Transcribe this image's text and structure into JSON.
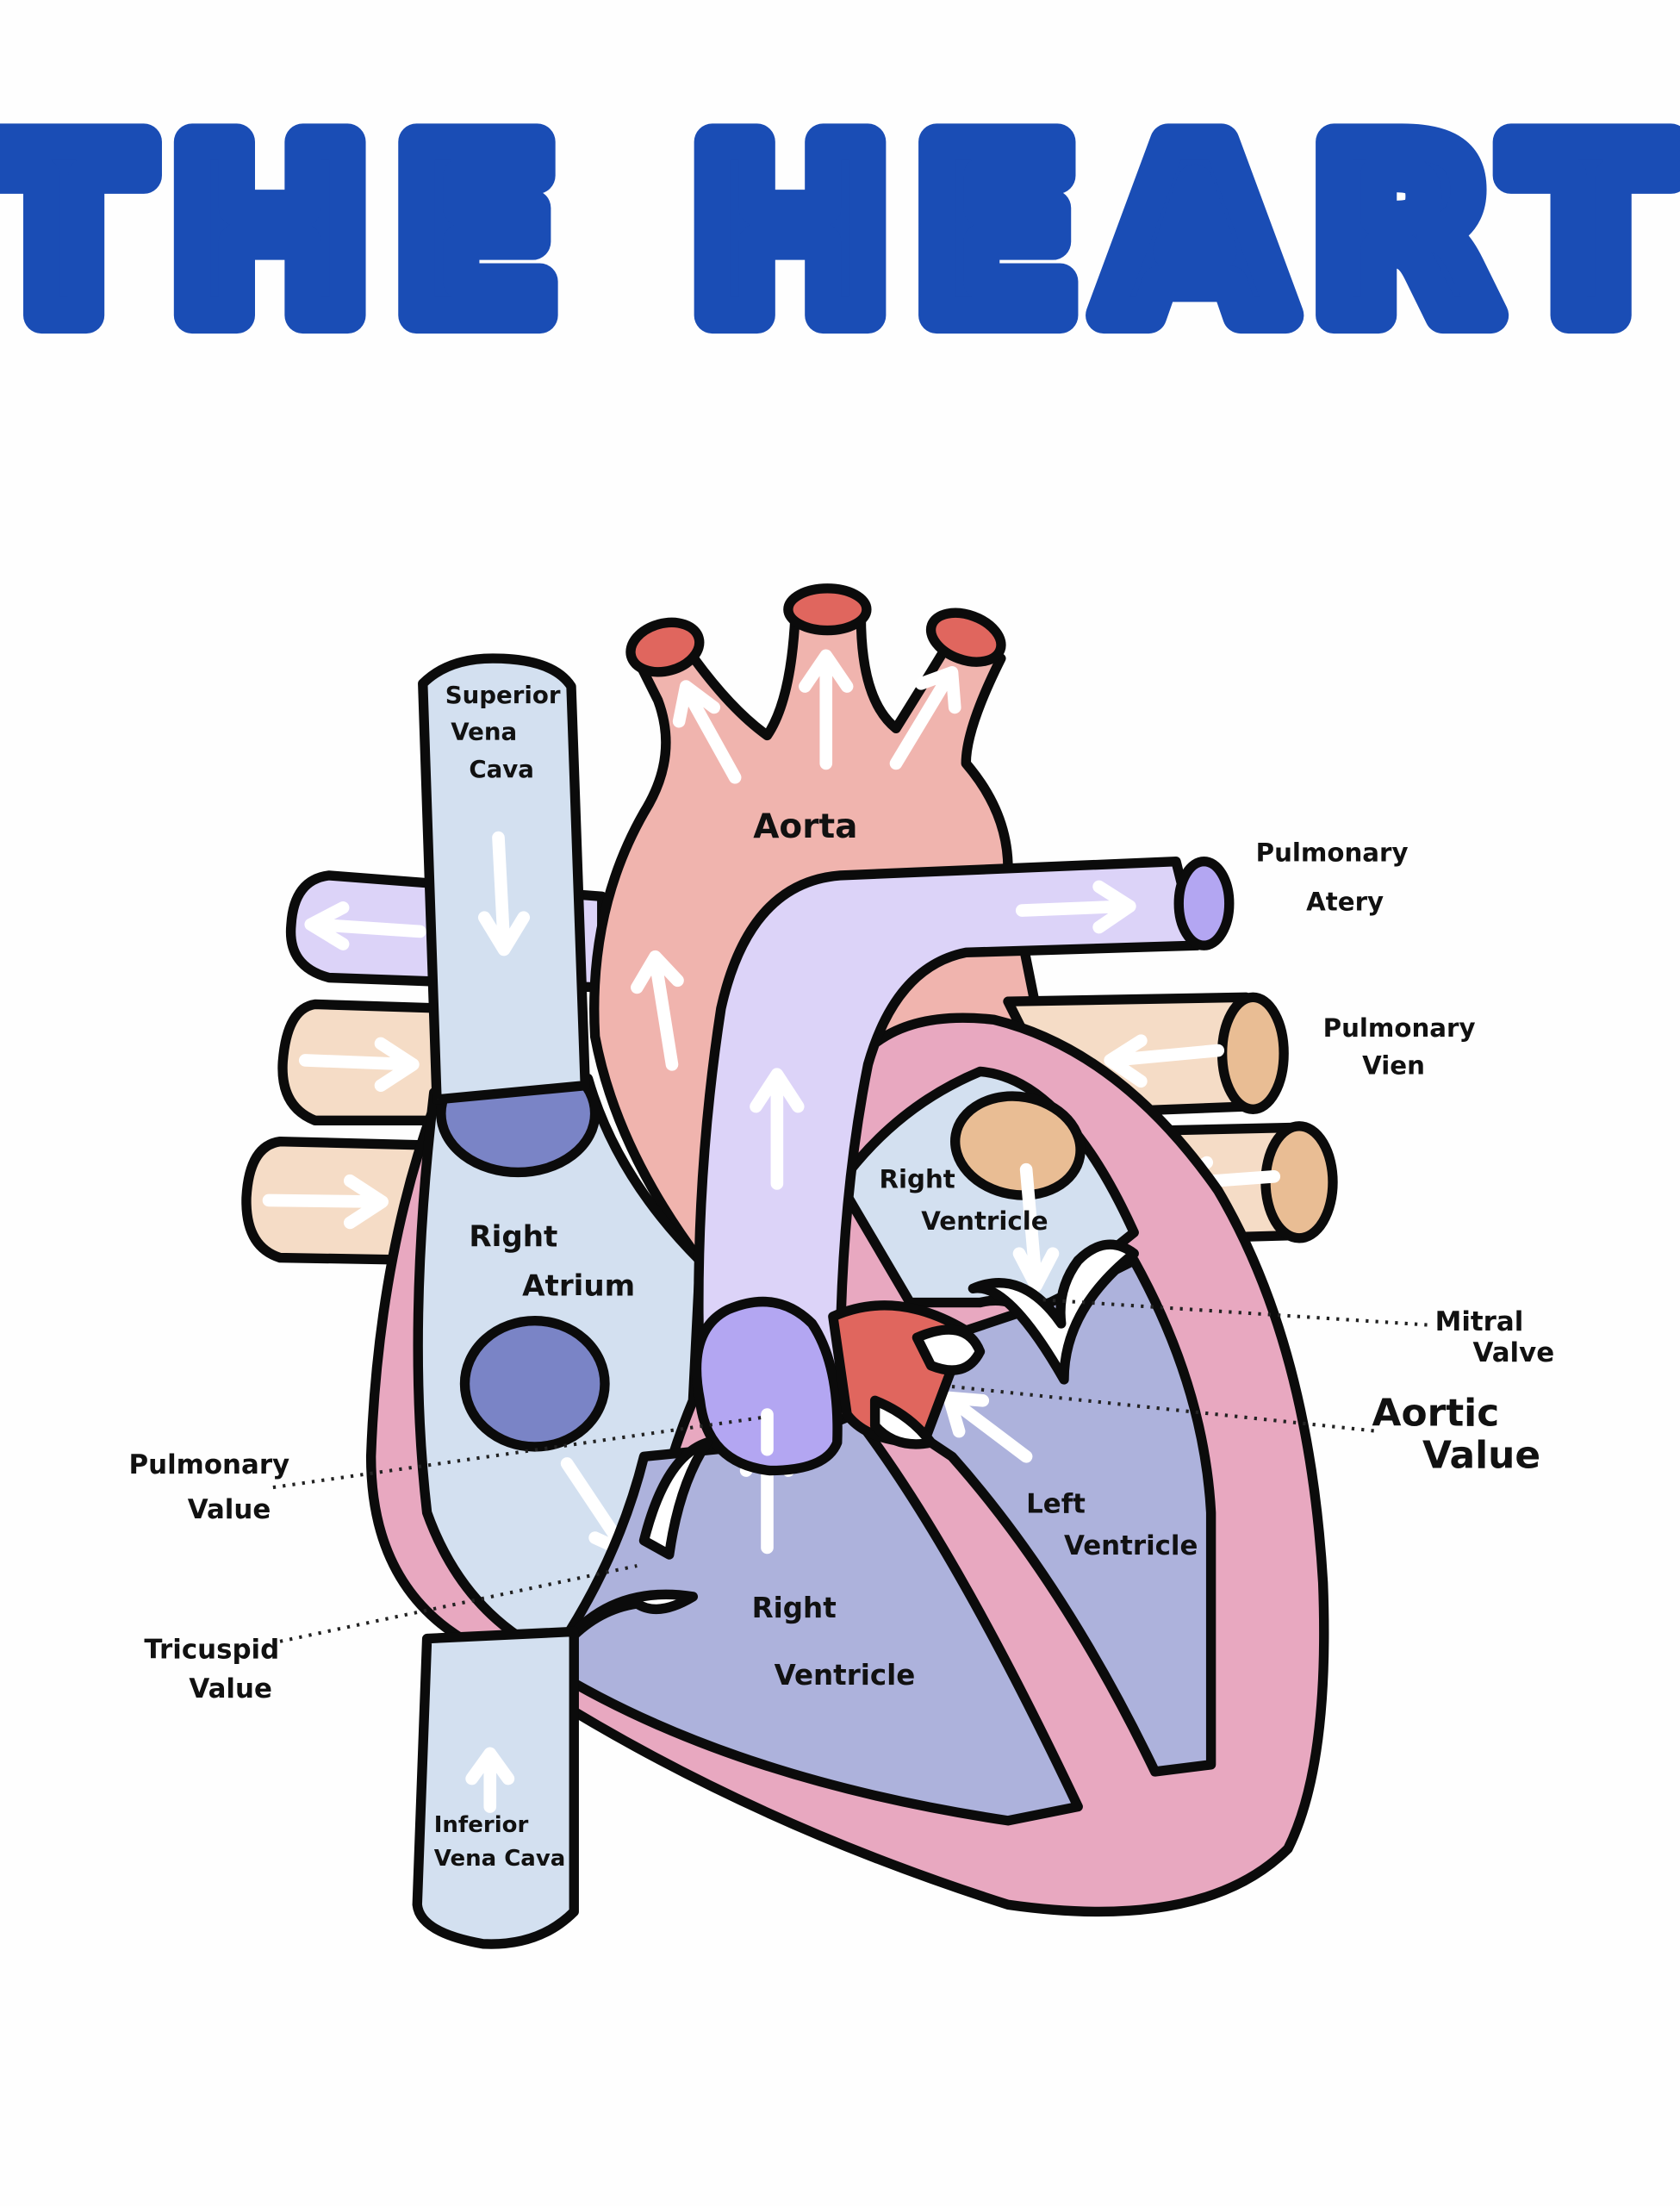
{
  "title": "THE HEART",
  "colors": {
    "title": "#1a4db5",
    "vena_cava": "#d3e0f0",
    "aorta": "#f0b4ae",
    "aorta_ends": "#e0665e",
    "pulmonary_artery": "#dcd3f8",
    "pulmonary_artery_end": "#b3a6f2",
    "pulmonary_vein": "#f5dcc6",
    "pulmonary_vein_end": "#e9bd94",
    "heart_wall": "#e8a8c0",
    "ventricle": "#adb2dc",
    "atrium": "#d3e0f0",
    "valve_node": "#7a84c6"
  },
  "labels": {
    "superior_vena_cava": [
      "Superior",
      "Vena",
      "Cava"
    ],
    "aorta": "Aorta",
    "pulmonary_artery": [
      "Pulmonary",
      "Atery"
    ],
    "pulmonary_vein": [
      "Pulmonary",
      "Vien"
    ],
    "upper_right_ventricle": [
      "Right",
      "Ventricle"
    ],
    "right_atrium": [
      "Right",
      "Atrium"
    ],
    "mitral_valve": [
      "Mitral",
      "Valve"
    ],
    "aortic_valve": [
      "Aortic",
      "Value"
    ],
    "pulmonary_valve": [
      "Pulmonary",
      "Value"
    ],
    "tricuspid_valve": [
      "Tricuspid",
      "Value"
    ],
    "left_ventricle": [
      "Left",
      "Ventricle"
    ],
    "right_ventricle": [
      "Right",
      "Ventricle"
    ],
    "inferior_vena_cava": [
      "Inferior",
      "Vena Cava"
    ]
  }
}
